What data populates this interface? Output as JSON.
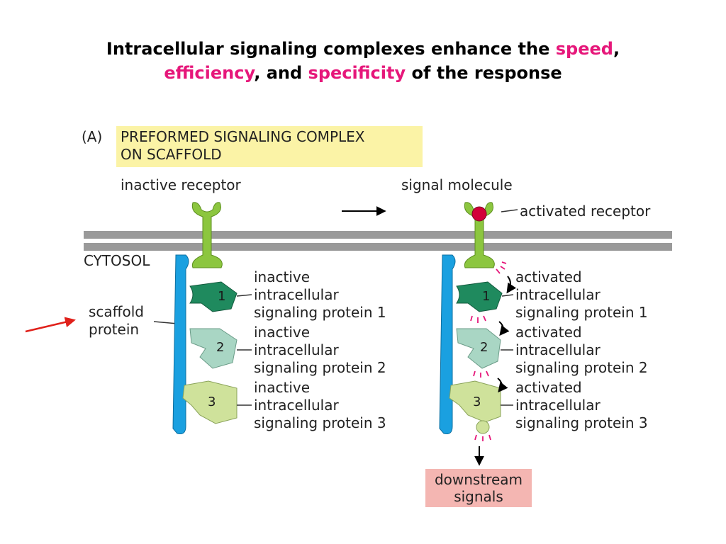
{
  "title": {
    "part1": "Intracellular signaling complexes enhance the ",
    "speed": "speed",
    "part2": ",",
    "efficiency": "efficiency",
    "part3": ", and ",
    "specificity": "specificity",
    "part4": " of the response"
  },
  "colors": {
    "highlight": "#e6177a",
    "membrane": "#9a9a9a",
    "scaffold": "#1aa0e0",
    "receptor": "#8cc63f",
    "protein1": "#1f8a5e",
    "protein2": "#a9d6c4",
    "protein3": "#cfe29b",
    "signal_molecule": "#d2003a",
    "panel_label_bg": "#fbf3a6",
    "downstream_bg": "#f4b6b2",
    "annotation_arrow": "#e0201a"
  },
  "panel": {
    "letter": "(A)",
    "heading_line1": "PREFORMED SIGNALING COMPLEX",
    "heading_line2": "ON SCAFFOLD"
  },
  "labels": {
    "inactive_receptor": "inactive receptor",
    "signal_molecule": "signal molecule",
    "activated_receptor": "activated receptor",
    "cytosol": "CYTOSOL",
    "scaffold_line1": "scaffold",
    "scaffold_line2": "protein",
    "downstream_line1": "downstream",
    "downstream_line2": "signals"
  },
  "left_proteins": [
    {
      "num": "1",
      "line1": "inactive",
      "line2": "intracellular",
      "line3": "signaling protein 1"
    },
    {
      "num": "2",
      "line1": "inactive",
      "line2": "intracellular",
      "line3": "signaling protein 2"
    },
    {
      "num": "3",
      "line1": "inactive",
      "line2": "intracellular",
      "line3": "signaling protein 3"
    }
  ],
  "right_proteins": [
    {
      "num": "1",
      "line1": "activated",
      "line2": "intracellular",
      "line3": "signaling protein 1"
    },
    {
      "num": "2",
      "line1": "activated",
      "line2": "intracellular",
      "line3": "signaling protein 2"
    },
    {
      "num": "3",
      "line1": "activated",
      "line2": "intracellular",
      "line3": "signaling protein 3"
    }
  ]
}
